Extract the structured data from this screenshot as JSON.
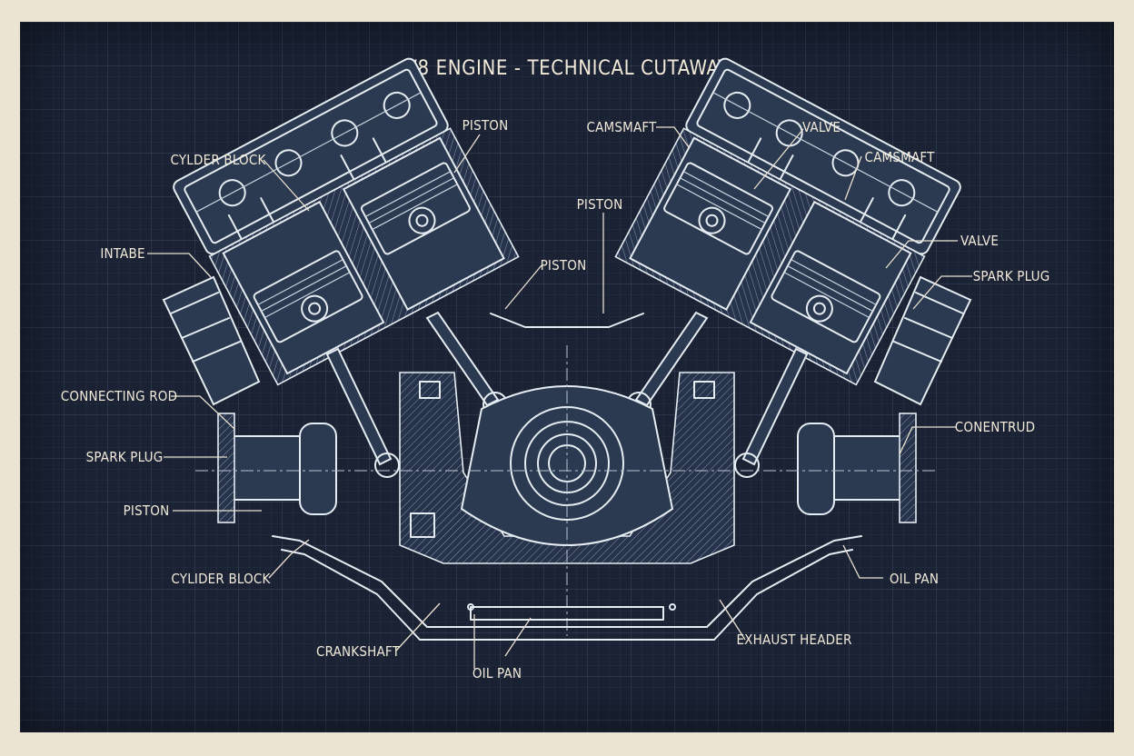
{
  "title": "V8 ENGINE - TECHNICAL CUTAWAY",
  "labels": {
    "piston_top": "PISTON",
    "camshaft_left": "CAMSMAFT",
    "valve_top": "VALVE",
    "camshaft_right": "CAMSMAFT",
    "cylinder_block_top": "CYLDER BLOCK",
    "piston_center": "PISTON",
    "piston_mid": "PISTON",
    "intake": "INTABE",
    "valve_right": "VALVE",
    "spark_plug_right": "SPARK PLUG",
    "connecting_rod": "CONNECTING ROD",
    "conentrud": "CONENTRUD",
    "spark_plug_left": "SPARK PLUG",
    "piston_left": "PISTON",
    "cylinder_block_bottom": "CYLIDER BLOCK",
    "oil_pan_right": "OIL PAN",
    "exhaust_header": "EXHAUST HEADER",
    "crankshaft": "CRANKSHAFT",
    "oil_pan_bottom": "OIL PAN"
  },
  "colors": {
    "sheet_background": "#1a2234",
    "border": "#ece4d2",
    "line_work": "#e6ecf3",
    "label_text": "#f1ead9"
  }
}
